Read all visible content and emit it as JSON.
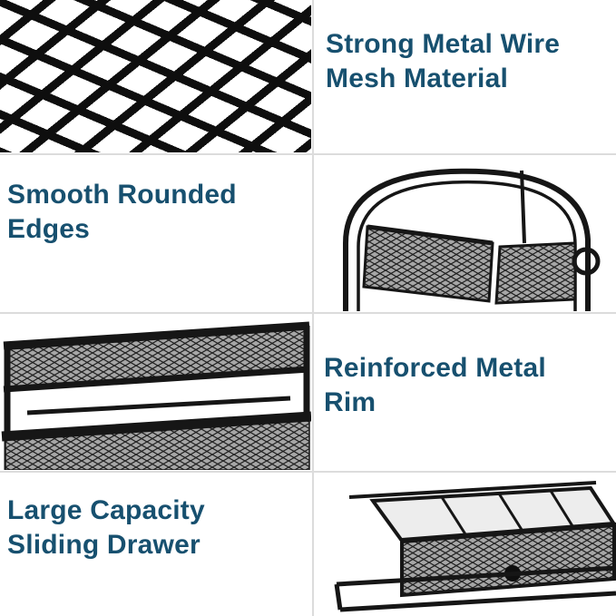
{
  "style": {
    "accent_color": "#17506f",
    "divider_color": "#dcdcdc",
    "mesh_color": "#0e0e0e",
    "background": "#ffffff"
  },
  "features": [
    {
      "id": "mesh-material",
      "lines": [
        "Strong Metal Wire",
        "Mesh Material"
      ],
      "photo_alt": "Close-up of black metal wire mesh with diamond pattern"
    },
    {
      "id": "rounded-edges",
      "lines": [
        "Smooth Rounded",
        "Edges"
      ],
      "photo_alt": "Rounded corner edge of the mesh desk organizer"
    },
    {
      "id": "metal-rim",
      "lines": [
        "Reinforced Metal",
        "Rim"
      ],
      "photo_alt": "Reinforced metal rims of the mesh organizer trays"
    },
    {
      "id": "sliding-drawer",
      "lines": [
        "Large Capacity",
        "Sliding Drawer"
      ],
      "photo_alt": "Large capacity sliding drawer of the mesh organizer"
    }
  ]
}
